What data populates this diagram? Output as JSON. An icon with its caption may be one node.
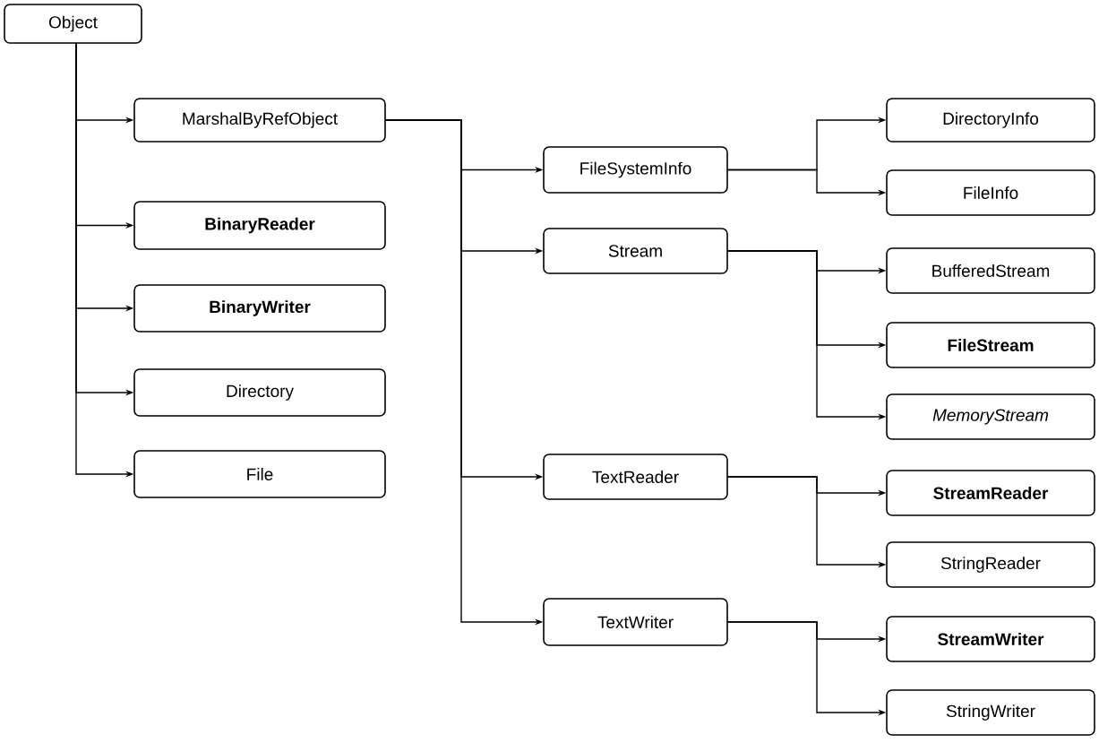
{
  "diagram": {
    "nodes": [
      {
        "text": [
          "Object"
        ]
      },
      {
        "text": [
          "MarshalByRefObject"
        ]
      },
      {
        "text": [
          "BinaryReader"
        ]
      },
      {
        "text": [
          "BinaryWriter"
        ]
      },
      {
        "text": [
          "Directory"
        ]
      },
      {
        "text": [
          "File"
        ]
      },
      {
        "text": [
          "FileSystemInfo"
        ]
      },
      {
        "text": [
          "Stream"
        ]
      },
      {
        "text": [
          "TextReader"
        ]
      },
      {
        "text": [
          "TextWriter"
        ]
      },
      {
        "text": [
          "DirectoryInfo"
        ]
      },
      {
        "text": [
          "FileInfo"
        ]
      },
      {
        "text": [
          "BufferedStream"
        ]
      },
      {
        "text": [
          "FileStream"
        ]
      },
      {
        "text": [
          "MemoryStream"
        ]
      },
      {
        "text": [
          "StreamReader"
        ]
      },
      {
        "text": [
          "StringReader"
        ]
      },
      {
        "text": [
          "StreamWriter"
        ]
      },
      {
        "text": [
          "StringWriter"
        ]
      }
    ],
    "edges": [
      {
        "from": 0,
        "to": 1,
        "arrow": "to"
      },
      {
        "from": 0,
        "to": 2,
        "arrow": "to"
      },
      {
        "from": 0,
        "to": 3,
        "arrow": "to"
      },
      {
        "from": 0,
        "to": 4,
        "arrow": "to"
      },
      {
        "from": 0,
        "to": 5,
        "arrow": "to"
      },
      {
        "from": 1,
        "to": 6,
        "arrow": "to"
      },
      {
        "from": 1,
        "to": 7,
        "arrow": "to"
      },
      {
        "from": 1,
        "to": 8,
        "arrow": "to"
      },
      {
        "from": 1,
        "to": 9,
        "arrow": "to"
      },
      {
        "from": 6,
        "to": 10,
        "arrow": "to"
      },
      {
        "from": 6,
        "to": 11,
        "arrow": "to"
      },
      {
        "from": 7,
        "to": 12,
        "arrow": "to"
      },
      {
        "from": 7,
        "to": 13,
        "arrow": "to"
      },
      {
        "from": 7,
        "to": 14,
        "arrow": "to"
      },
      {
        "from": 8,
        "to": 15,
        "arrow": "to"
      },
      {
        "from": 8,
        "to": 16,
        "arrow": "to"
      },
      {
        "from": 9,
        "to": 17,
        "arrow": "to"
      },
      {
        "from": 9,
        "to": 18,
        "arrow": "to"
      }
    ]
  }
}
